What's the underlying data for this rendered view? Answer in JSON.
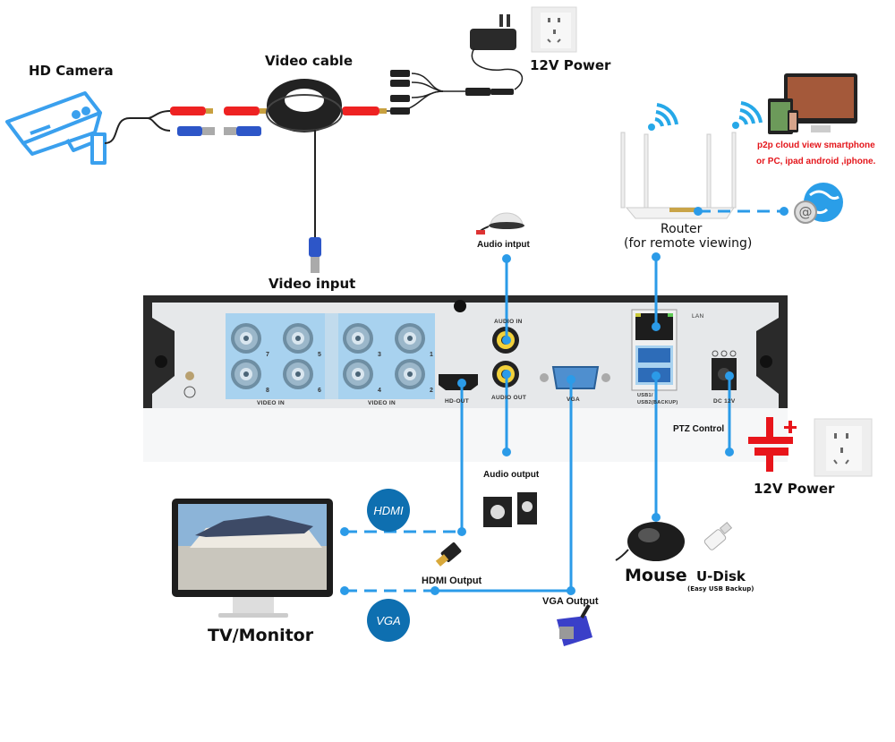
{
  "title": "DVR connection diagram",
  "colors": {
    "connector_line": "#2b9be8",
    "badge": "#0e6fb0",
    "highlight_panel": "#a9d2ef",
    "red_text": "#e4161b",
    "dvr_body": "#2a2a2a",
    "dvr_panel": "#e6e8ea"
  },
  "labels": {
    "hd_camera": "HD Camera",
    "video_cable": "Video cable",
    "power_top": "12V Power",
    "video_input": "Video input",
    "audio_input": "Audio intput",
    "router": "Router",
    "router_sub": "(for remote viewing)",
    "p2p_line1": "p2p cloud  view smartphone",
    "p2p_line2": "or PC, ipad android ,iphone.",
    "ptz_control": "PTZ Control",
    "power_bottom": "12V Power",
    "audio_output": "Audio output",
    "hdmi_output": "HDMI Output",
    "vga_output": "VGA Output",
    "mouse": "Mouse",
    "udisk": "U-Disk",
    "udisk_sub": "(Easy USB Backup)",
    "tv_monitor": "TV/Monitor"
  },
  "badges": {
    "hdmi": "HDMI",
    "vga": "VGA"
  },
  "dvr_ports": {
    "video_in_group_1": "VIDEO IN",
    "video_in_group_2": "VIDEO IN",
    "channel_numbers_group_1": [
      "7",
      "5",
      "8",
      "6"
    ],
    "channel_numbers_group_2": [
      "3",
      "1",
      "4",
      "2"
    ],
    "audio_in": "AUDIO IN",
    "audio_out": "AUDIO OUT",
    "hd_out": "HD-OUT",
    "vga": "VGA",
    "lan": "LAN",
    "usb_1": "USB1/",
    "usb_2": "USB2(BACKUP)",
    "dc": "DC 12V"
  },
  "icons": [
    "cctv-camera-icon",
    "cable-reel-icon",
    "power-adapter-icon",
    "wall-socket-icon",
    "wifi-icon",
    "router-icon",
    "devices-icon",
    "globe-icon",
    "microphone-icon",
    "dc-power-symbol-icon",
    "speakers-icon",
    "hdmi-plug-icon",
    "vga-plug-icon",
    "mouse-icon",
    "usb-drive-icon",
    "monitor-icon"
  ]
}
